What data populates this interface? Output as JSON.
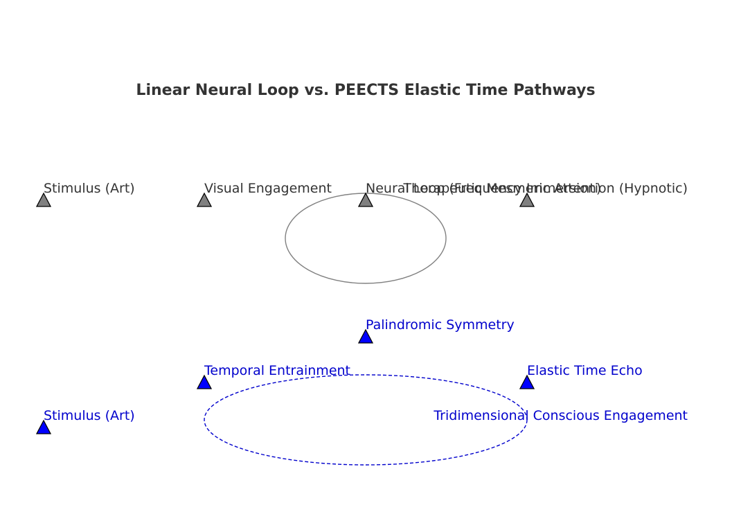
{
  "title": "Linear Neural Loop vs. PEECTS Elastic Time Pathways",
  "colors": {
    "linear_marker": "#808080",
    "peects_marker": "#0000ff",
    "linear_text": "#333333",
    "peects_text": "#0000cc",
    "loop_stroke": "#808080",
    "peects_loop_stroke": "#0000cc"
  },
  "linear_pathway": {
    "nodes": [
      {
        "label": "Stimulus (Art)"
      },
      {
        "label": "Visual Engagement"
      },
      {
        "label": "Neural Loop (Frequency Immersion)"
      },
      {
        "label": "Therapeutic Mesmeric Attention (Hypnotic)"
      }
    ]
  },
  "peects_pathway": {
    "nodes": [
      {
        "label": "Stimulus (Art)"
      },
      {
        "label": "Temporal Entrainment"
      },
      {
        "label": "Palindromic Symmetry"
      },
      {
        "label": "Elastic Time Echo"
      },
      {
        "label": "Tridimensional Conscious Engagement"
      }
    ]
  }
}
